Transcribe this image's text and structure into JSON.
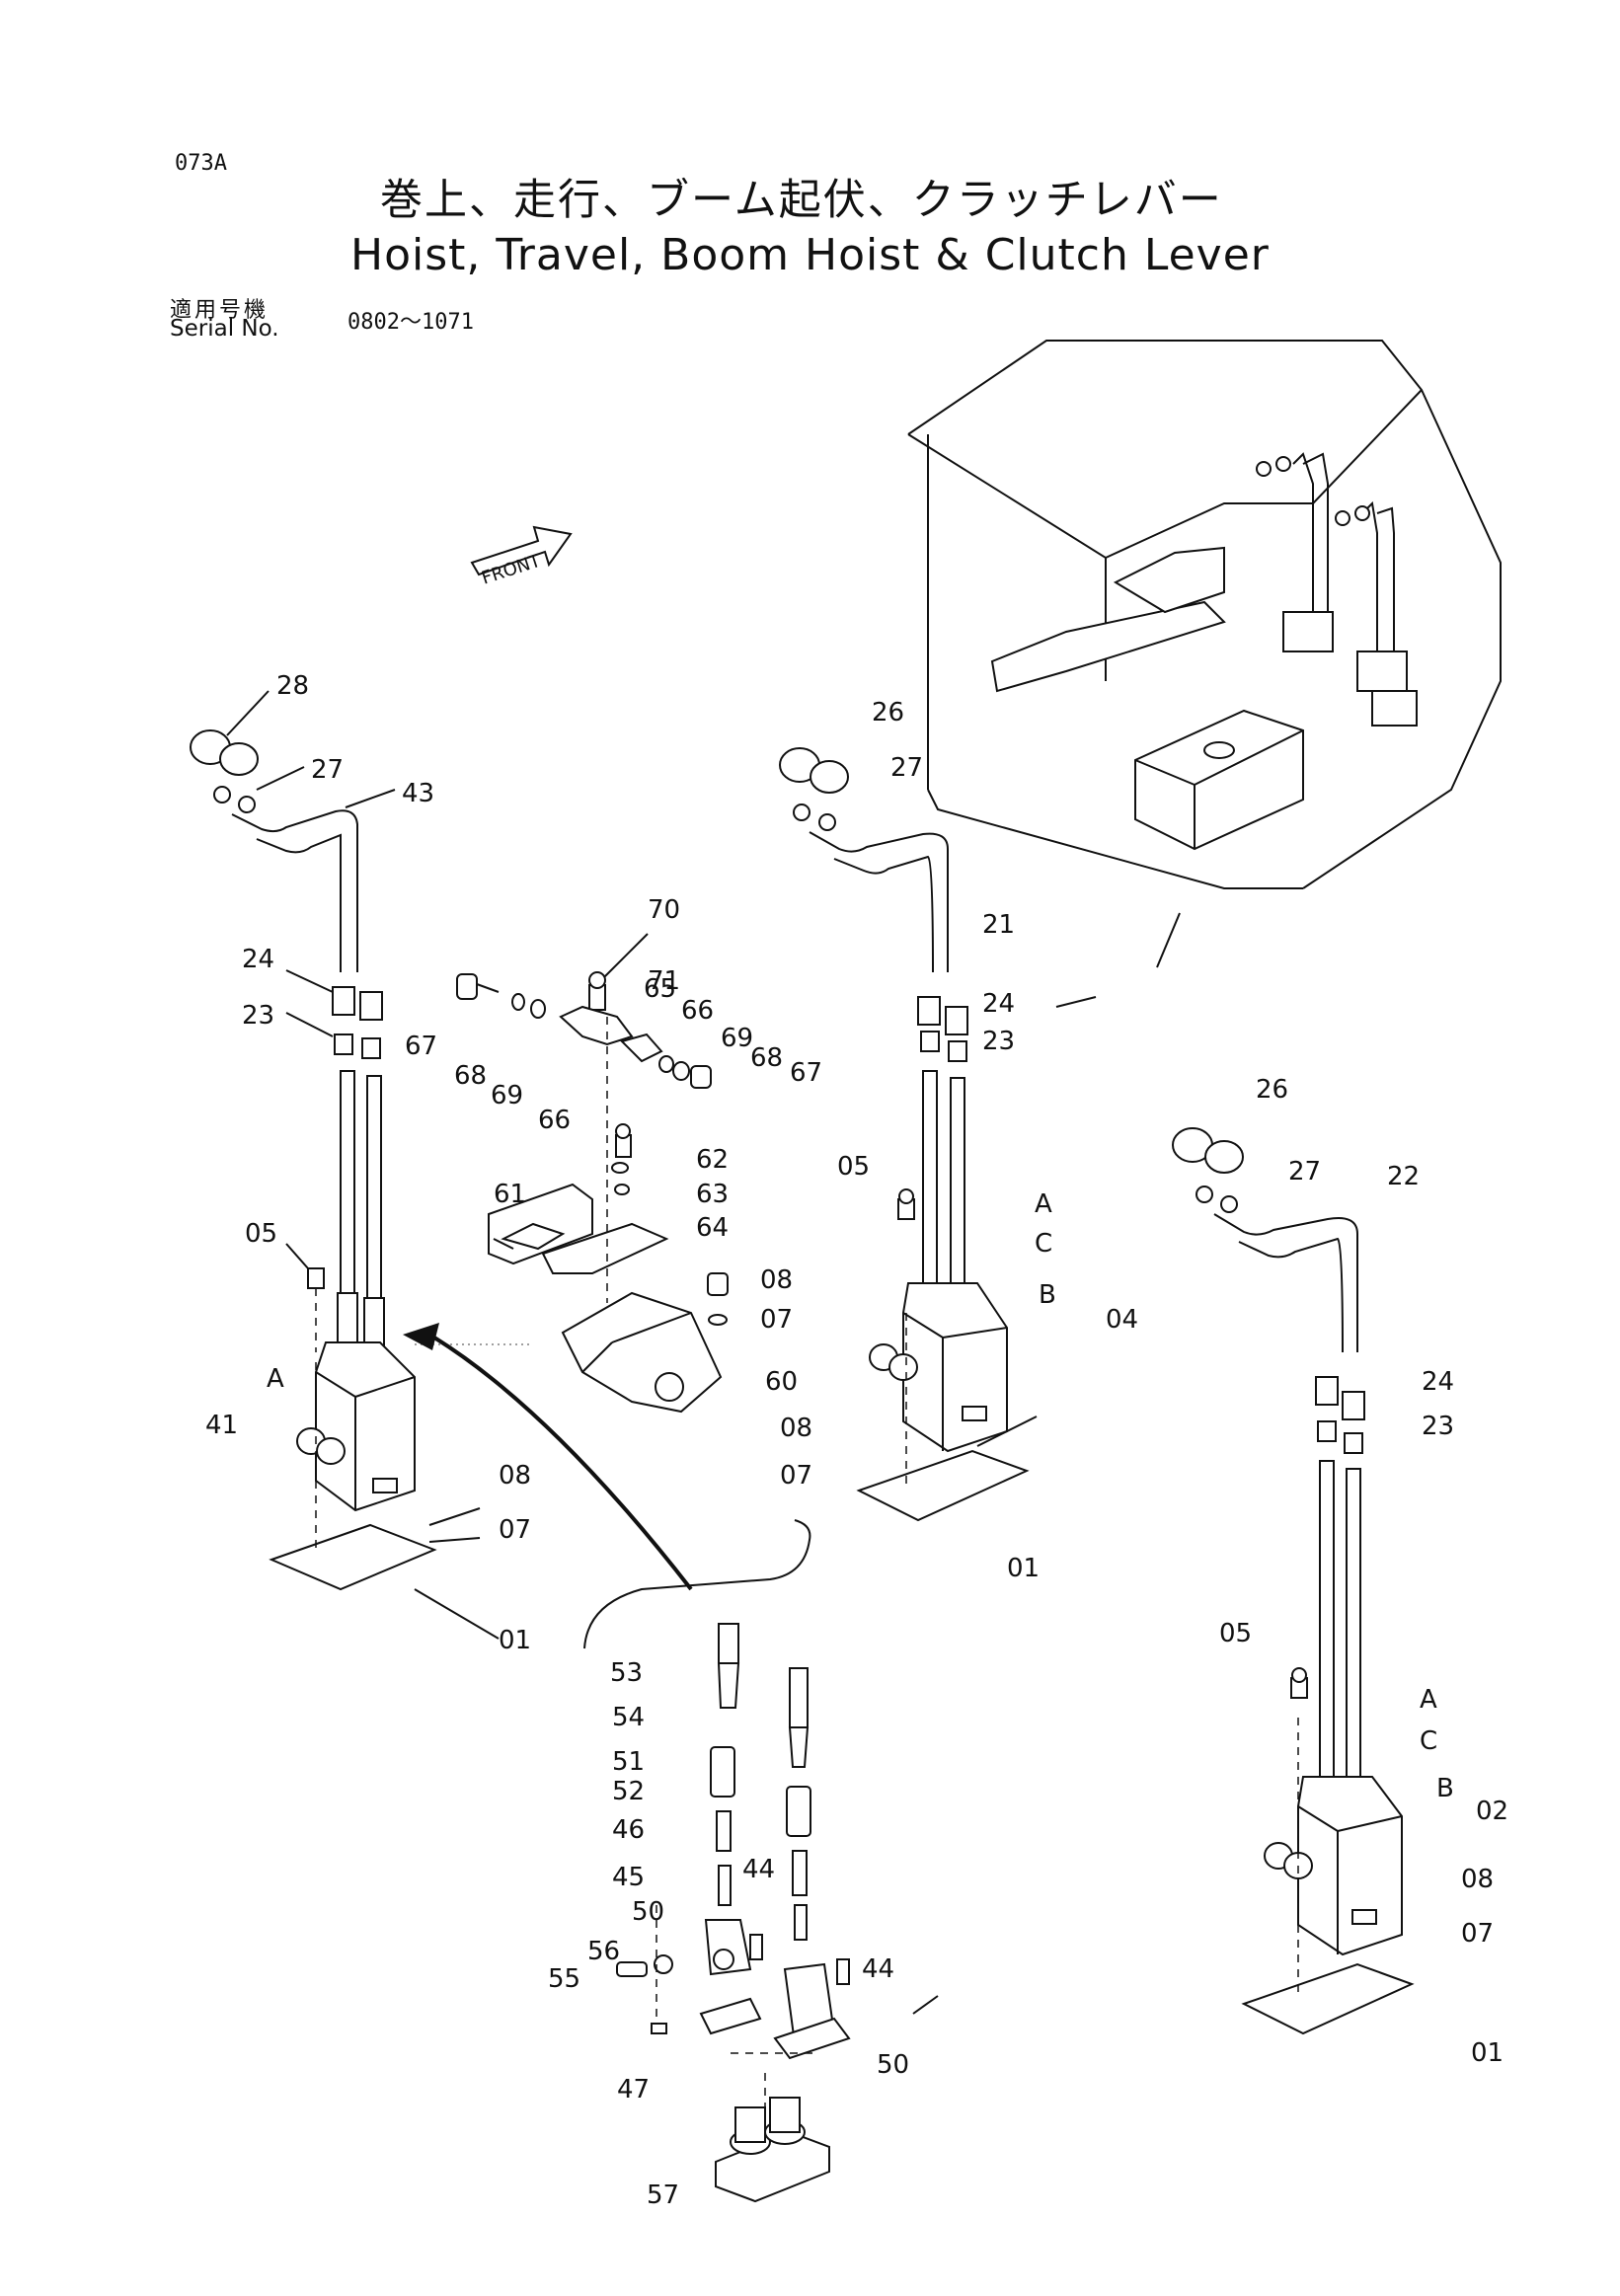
{
  "header": {
    "page_code": "073A",
    "title_jp": "巻上、走行、ブーム起伏、クラッチレバー",
    "title_en": "Hoist, Travel, Boom Hoist & Clutch Lever",
    "serial_label_jp": "適用号機",
    "serial_label_en": "Serial No.",
    "serial_range": "0802～1071"
  },
  "front_marker": "FRONT",
  "callouts": [
    {
      "id": "c1",
      "label": "28"
    },
    {
      "id": "c2",
      "label": "27"
    },
    {
      "id": "c3",
      "label": "43"
    },
    {
      "id": "c4",
      "label": "24"
    },
    {
      "id": "c5",
      "label": "23"
    },
    {
      "id": "c6",
      "label": "05"
    },
    {
      "id": "c7",
      "label": "A"
    },
    {
      "id": "c8",
      "label": "41"
    },
    {
      "id": "c9",
      "label": "08"
    },
    {
      "id": "c10",
      "label": "07"
    },
    {
      "id": "c11",
      "label": "01"
    },
    {
      "id": "c12",
      "label": "70"
    },
    {
      "id": "c13",
      "label": "71"
    },
    {
      "id": "c14",
      "label": "67"
    },
    {
      "id": "c15",
      "label": "65"
    },
    {
      "id": "c16",
      "label": "66"
    },
    {
      "id": "c17",
      "label": "69"
    },
    {
      "id": "c18",
      "label": "68"
    },
    {
      "id": "c19",
      "label": "67"
    },
    {
      "id": "c20",
      "label": "68"
    },
    {
      "id": "c21",
      "label": "69"
    },
    {
      "id": "c22",
      "label": "66"
    },
    {
      "id": "c23",
      "label": "62"
    },
    {
      "id": "c24",
      "label": "63"
    },
    {
      "id": "c25",
      "label": "61"
    },
    {
      "id": "c26",
      "label": "64"
    },
    {
      "id": "c27",
      "label": "08"
    },
    {
      "id": "c28",
      "label": "07"
    },
    {
      "id": "c29",
      "label": "60"
    },
    {
      "id": "c30",
      "label": "26"
    },
    {
      "id": "c31",
      "label": "27"
    },
    {
      "id": "c32",
      "label": "21"
    },
    {
      "id": "c33",
      "label": "24"
    },
    {
      "id": "c34",
      "label": "23"
    },
    {
      "id": "c35",
      "label": "05"
    },
    {
      "id": "c36",
      "label": "A"
    },
    {
      "id": "c37",
      "label": "C"
    },
    {
      "id": "c38",
      "label": "B"
    },
    {
      "id": "c39",
      "label": "04"
    },
    {
      "id": "c40",
      "label": "08"
    },
    {
      "id": "c41",
      "label": "07"
    },
    {
      "id": "c42",
      "label": "01"
    },
    {
      "id": "c43",
      "label": "26"
    },
    {
      "id": "c44",
      "label": "27"
    },
    {
      "id": "c45",
      "label": "22"
    },
    {
      "id": "c46",
      "label": "24"
    },
    {
      "id": "c47",
      "label": "23"
    },
    {
      "id": "c48",
      "label": "05"
    },
    {
      "id": "c49",
      "label": "A"
    },
    {
      "id": "c50",
      "label": "C"
    },
    {
      "id": "c51",
      "label": "B"
    },
    {
      "id": "c52",
      "label": "02"
    },
    {
      "id": "c53",
      "label": "08"
    },
    {
      "id": "c54",
      "label": "07"
    },
    {
      "id": "c55",
      "label": "01"
    },
    {
      "id": "c56",
      "label": "53"
    },
    {
      "id": "c57",
      "label": "54"
    },
    {
      "id": "c58",
      "label": "51"
    },
    {
      "id": "c59",
      "label": "52"
    },
    {
      "id": "c60",
      "label": "46"
    },
    {
      "id": "c61",
      "label": "45"
    },
    {
      "id": "c62",
      "label": "44"
    },
    {
      "id": "c63",
      "label": "50"
    },
    {
      "id": "c64",
      "label": "56"
    },
    {
      "id": "c65",
      "label": "55"
    },
    {
      "id": "c66",
      "label": "44"
    },
    {
      "id": "c67",
      "label": "47"
    },
    {
      "id": "c68",
      "label": "50"
    },
    {
      "id": "c69",
      "label": "57"
    }
  ]
}
